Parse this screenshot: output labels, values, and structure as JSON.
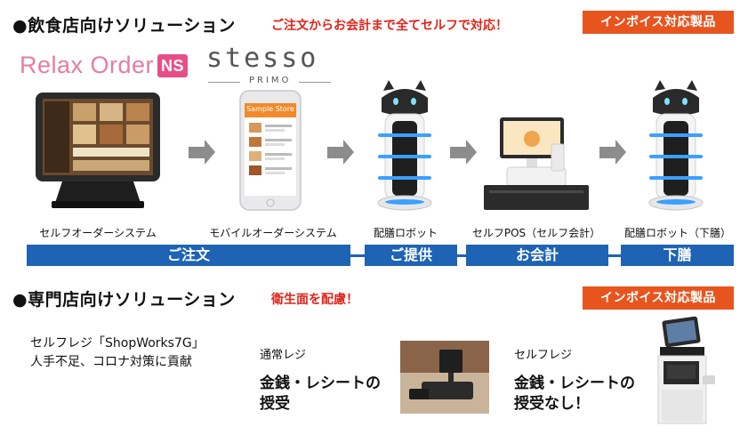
{
  "restaurant_section": {
    "bullet": "●",
    "title": "飲食店向けソリューション",
    "subtitle": "ご注文からお会計まで全てセルフで対応！",
    "badge": "インボイス対応製品"
  },
  "logos": {
    "relax_text": "Relax Order",
    "relax_ns": "NS",
    "stesso_text": "stesso",
    "primo_text": "PRIMO"
  },
  "products": [
    {
      "label": "セルフオーダーシステム"
    },
    {
      "label": "モバイルオーダーシステム"
    },
    {
      "label": "配膳ロボット"
    },
    {
      "label": "セルフPOS（セルフ会計）"
    },
    {
      "label": "配膳ロボット（下膳）"
    }
  ],
  "flow": [
    {
      "label": "ご注文"
    },
    {
      "label": "ご提供"
    },
    {
      "label": "お会計"
    },
    {
      "label": "下膳"
    }
  ],
  "phone_screen": {
    "header": "Sample Store"
  },
  "specialty_section": {
    "bullet": "●",
    "title": "専門店向けソリューション",
    "subtitle": "衛生面を配慮！",
    "badge": "インボイス対応製品",
    "product_line1": "セルフレジ「ShopWorks7G」",
    "product_line2": "人手不足、コロナ対策に貢献",
    "regular_label": "通常レジ",
    "regular_desc1": "金銭・レシートの",
    "regular_desc2": "授受",
    "self_label": "セルフレジ",
    "self_desc1": "金銭・レシートの",
    "self_desc2": "授受なし！"
  },
  "colors": {
    "accent_red": "#e2231a",
    "badge_orange": "#e8541e",
    "flow_blue": "#1e63b4",
    "arrow_gray": "#8c8c8c"
  }
}
